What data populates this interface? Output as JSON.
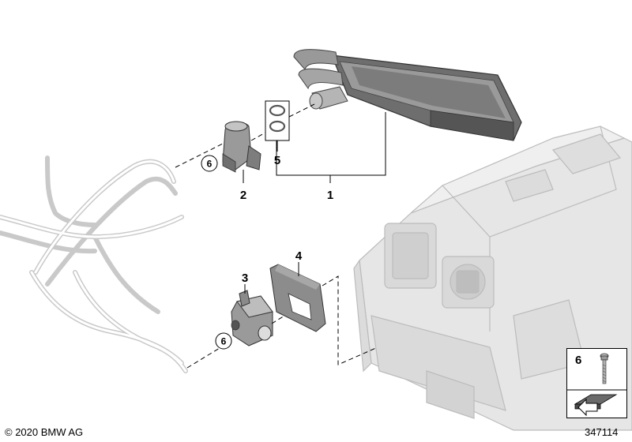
{
  "callouts": {
    "c1": "1",
    "c2": "2",
    "c3": "3",
    "c4": "4",
    "c5": "5",
    "c6a": "6",
    "c6b": "6"
  },
  "legend": {
    "label": "6",
    "icon": "screw-icon"
  },
  "footer": {
    "copyright": "© 2020 BMW AG",
    "diagram_id": "347114"
  },
  "colors": {
    "line": "#000000",
    "part_gray": "#8a8a8a",
    "ghost_gray": "#e4e4e4",
    "ghost_stroke": "#bdbdbd"
  }
}
